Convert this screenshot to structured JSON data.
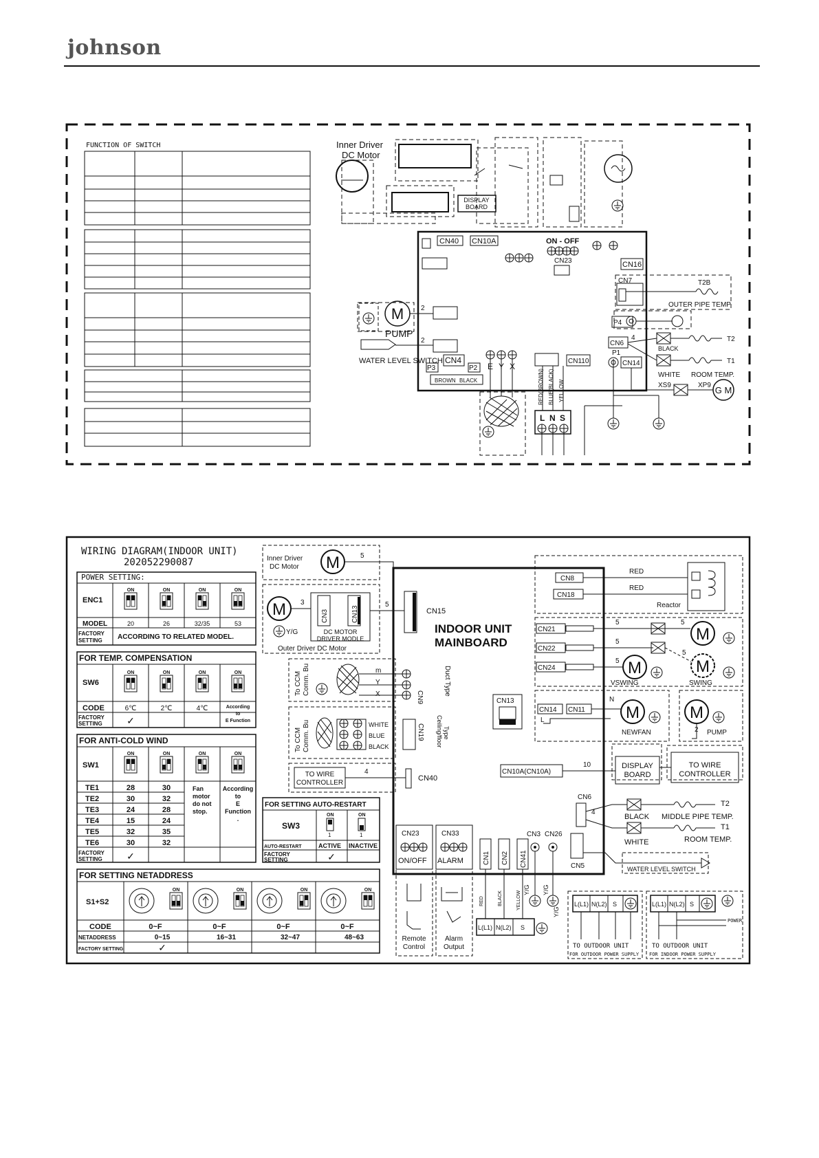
{
  "header": {
    "brand": "johnson"
  },
  "diagram1": {
    "function_of_switch": "FUNCTION OF SWITCH",
    "inner_driver": [
      "Inner Driver",
      "DC Motor"
    ],
    "display_board": [
      "DISPLAY",
      "BOARD"
    ],
    "connectors": {
      "cn40": "CN40",
      "cn10a": "CN10A",
      "on_off": "ON - OFF",
      "cn23": "CN23",
      "cn16": "CN16",
      "cn7": "CN7",
      "t2b": "T2B",
      "outer_pipe": "OUTER PIPE TEMP.",
      "p4": "P4",
      "cn6": "CN6",
      "p1": "P1",
      "cn14": "CN14",
      "cn4": "CN4",
      "p2": "P2",
      "p3": "P3",
      "cn110": "CN110",
      "pump": "PUMP",
      "water_level": "WATER LEVEL SWITCH",
      "brown": "BROWN",
      "black": "BLACK",
      "e": "E",
      "y": "Y",
      "x": "X",
      "black2": "BLACK",
      "white": "WHITE",
      "room_temp": "ROOM TEMP.",
      "t2": "T2",
      "t1": "T1",
      "xs9": "XS9",
      "xp9": "XP9",
      "gm": "G M",
      "m": "M",
      "l": "L",
      "n": "N",
      "s": "S",
      "two_a": "2",
      "two_b": "2",
      "four": "4",
      "red_brown": "RED(BROWN)",
      "blue_black": "BLUE(BLACK)",
      "yellow": "YELLOW"
    }
  },
  "diagram2": {
    "title": "WIRING DIAGRAM(INDOOR UNIT)",
    "code": "202052290087",
    "power_setting": {
      "title": "POWER SETTING:",
      "row_label": "ENC1",
      "model_label": "MODEL",
      "models": [
        "20",
        "26",
        "32/35",
        "53"
      ],
      "factory_label": [
        "FACTORY",
        "SETTING"
      ],
      "factory_value": "ACCORDING TO RELATED MODEL."
    },
    "temp_comp": {
      "title": "FOR TEMP. COMPENSATION",
      "row_label": "SW6",
      "code_label": "CODE",
      "codes": [
        "6℃",
        "2℃",
        "4℃"
      ],
      "last_code": [
        "According",
        "to",
        "E Function"
      ],
      "factory_label": [
        "FACTORY",
        "SETTING"
      ],
      "check": "✓"
    },
    "anti_cold": {
      "title": "FOR ANTI-COLD WIND",
      "row_label": "SW1",
      "rows": [
        {
          "label": "TE1",
          "a": "28",
          "b": "30"
        },
        {
          "label": "TE2",
          "a": "30",
          "b": "32"
        },
        {
          "label": "TE3",
          "a": "24",
          "b": "28"
        },
        {
          "label": "TE4",
          "a": "15",
          "b": "24"
        },
        {
          "label": "TE5",
          "a": "32",
          "b": "35"
        },
        {
          "label": "TE6",
          "a": "30",
          "b": "32"
        }
      ],
      "col3": [
        "Fan",
        "motor",
        "do not",
        "stop."
      ],
      "col4": [
        "According",
        "to",
        "E",
        "Function",
        "."
      ],
      "factory_label": [
        "FACTORY",
        "SETTING"
      ],
      "check": "✓"
    },
    "auto_restart": {
      "title": "FOR SETTING AUTO-RESTART",
      "row_label": "SW3",
      "auto_label": "AUTO-RESTART",
      "active": "ACTIVE",
      "inactive": "INACTIVE",
      "factory_label": [
        "FACTORY",
        "SETTING"
      ],
      "check": "✓"
    },
    "netaddress": {
      "title": "FOR SETTING NETADDRESS",
      "row_label": "S1+S2",
      "code_label": "CODE",
      "codes": [
        "0~F",
        "0~F",
        "0~F",
        "0~F"
      ],
      "net_label": "NETADDRESS",
      "ranges": [
        "0~15",
        "16~31",
        "32~47",
        "48~63"
      ],
      "factory_label": "FACTORY SETTING",
      "check": "✓"
    },
    "switch_text": {
      "on": "ON",
      "one": "1",
      "two": "2"
    },
    "motors": {
      "inner": [
        "Inner Driver",
        "DC Motor"
      ],
      "outer": "Outer Driver DC Motor",
      "driver_module": [
        "DC MOTOR",
        "DRIVER MODLE"
      ],
      "cn3": "CN3",
      "cn13": "CN13",
      "yg": "Y/G",
      "m": "M",
      "five": "5",
      "three": "3"
    },
    "board": {
      "line1": "INDOOR UNIT",
      "line2": "MAINBOARD"
    },
    "left": {
      "to_ccm": [
        "To CCM",
        "Comm. Bu"
      ],
      "cn9": "CN9",
      "duct": "Duct Type",
      "m": "m",
      "y": "Y",
      "x": "X",
      "cn19": "CN19",
      "ceiling": [
        "Ceiling/floor",
        "Type"
      ],
      "white": "WHITE",
      "blue": "BLUE",
      "black": "BLACK",
      "to_wire": [
        "TO WIRE",
        "CONTROLLER"
      ],
      "cn40": "CN40",
      "four": "4",
      "cn23": "CN23",
      "onoff": "ON/OFF",
      "cn33": "CN33",
      "alarm": "ALARM",
      "remote": [
        "Remote",
        "Control"
      ],
      "alarm_out": [
        "Alarm",
        "Output"
      ]
    },
    "right": {
      "cn15": "CN15",
      "cn8": "CN8",
      "cn18": "CN18",
      "red": "RED",
      "reactor": "Reactor",
      "cn21": "CN21",
      "cn22": "CN22",
      "cn24": "CN24",
      "vswing": "VSWING",
      "swing": "SWING",
      "cn13": "CN13",
      "cn14": "CN14",
      "cn11": "CN11",
      "l": "L",
      "n": "N",
      "newfan": "NEWFAN",
      "pump": "PUMP",
      "two": "2",
      "cn10a": "CN10A(CN10A)",
      "ten": "10",
      "display": [
        "DISPLAY",
        "BOARD"
      ],
      "to_wire": [
        "TO WIRE",
        "CONTROLLER"
      ],
      "cn6": "CN6",
      "cn3": "CN3",
      "cn26": "CN26",
      "cn5": "CN5",
      "four": "4",
      "t2": "T2",
      "t1": "T1",
      "black": "BLACK",
      "white": "WHITE",
      "middle_pipe": "MIDDLE PIPE TEMP.",
      "room_temp": "ROOM TEMP.",
      "water_level": "WATER LEVEL SWITCH",
      "five": "5"
    },
    "bottom": {
      "cn1": "CN1",
      "cn2": "CN2",
      "cn41": "CN41",
      "red": "RED",
      "black": "BLACK",
      "yellow": "YELLOW",
      "yg": "Y/G",
      "l1": "L(L1)",
      "n2": "N(L2)",
      "s": "S",
      "to_outdoor": "TO OUTDOOR UNIT",
      "outdoor_supply": "FOR OUTDOOR POWER SUPPLY",
      "indoor_supply": "FOR INDOOR POWER SUPPLY",
      "power": "POWER"
    }
  }
}
